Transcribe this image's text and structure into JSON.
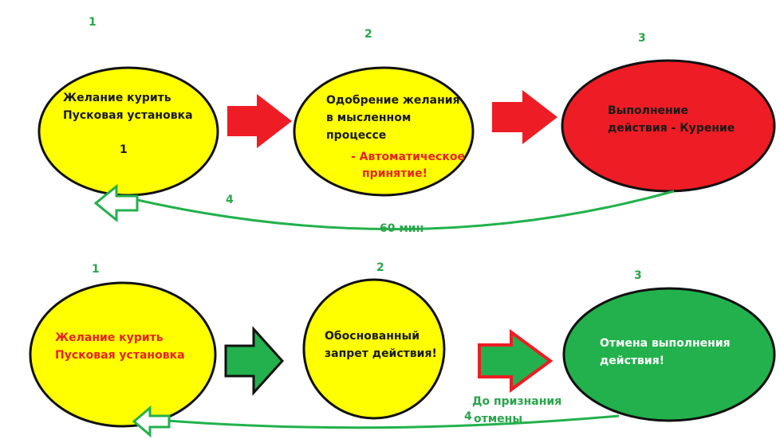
{
  "colors": {
    "yellow": "#ffff00",
    "red": "#ee1c24",
    "green": "#22b14c",
    "outline": "#111111",
    "label_green": "#2aa54a",
    "label_red": "#e8231f"
  },
  "top_row": {
    "step1": {
      "number": "1",
      "inner_number": "1",
      "lines": [
        "Желание курить",
        "Пусковая установка"
      ]
    },
    "step2": {
      "number": "2",
      "lines": [
        "Одобрение желания",
        "в мысленном",
        "процессе"
      ],
      "auto_lines": [
        "- Автоматическое",
        "принятие!"
      ]
    },
    "step3": {
      "number": "3",
      "lines": [
        "Выполнение",
        "действия - Курение"
      ]
    },
    "return_number": "4",
    "return_label": "60 мин"
  },
  "bottom_row": {
    "step1": {
      "number": "1",
      "lines": [
        "Желание курить",
        "Пусковая установка"
      ]
    },
    "step2": {
      "number": "2",
      "lines": [
        "Обоснованный",
        "запрет действия!"
      ]
    },
    "step3": {
      "number": "3",
      "lines": [
        "Отмена выполнения",
        "действия!"
      ]
    },
    "return_number": "4",
    "return_label_lines": [
      "До признания",
      "отмены"
    ]
  }
}
